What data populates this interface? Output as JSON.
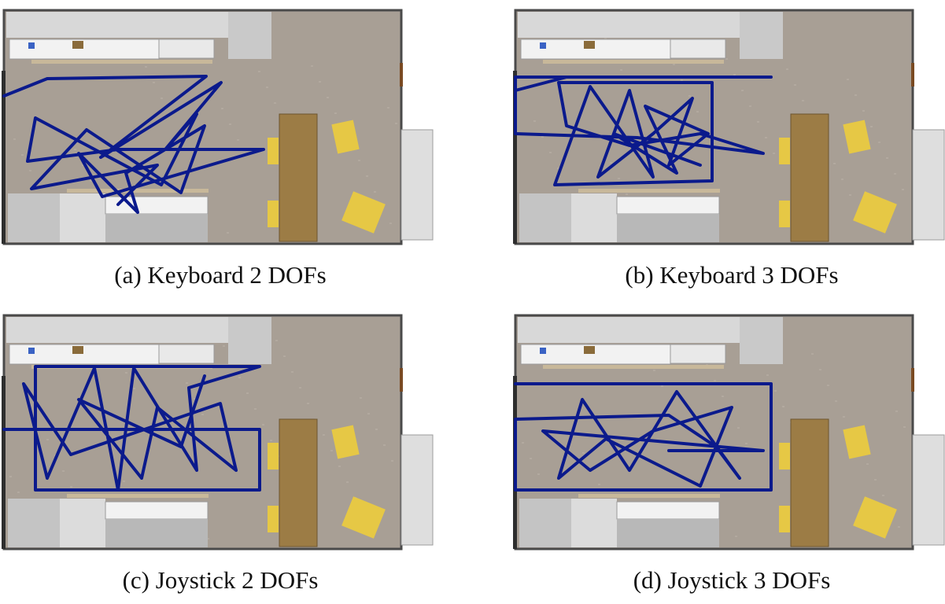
{
  "figure": {
    "panels": [
      {
        "caption": "(a) Keyboard 2 DOFs",
        "condition": "Keyboard 2 DOFs"
      },
      {
        "caption": "(b) Keyboard 3 DOFs",
        "condition": "Keyboard 3 DOFs"
      },
      {
        "caption": "(c) Joystick 2 DOFs",
        "condition": "Joystick 2 DOFs"
      },
      {
        "caption": "(d) Joystick 3 DOFs",
        "condition": "Joystick 3 DOFs"
      }
    ],
    "colors": {
      "trajectory": "#0b1a8c",
      "carpet": "#a89f95",
      "table": "#9c7c45",
      "chair": "#e6c845",
      "wall": "#4a4a4a",
      "shelf": "#d8d8d8",
      "counter": "#f2f2f2"
    }
  }
}
